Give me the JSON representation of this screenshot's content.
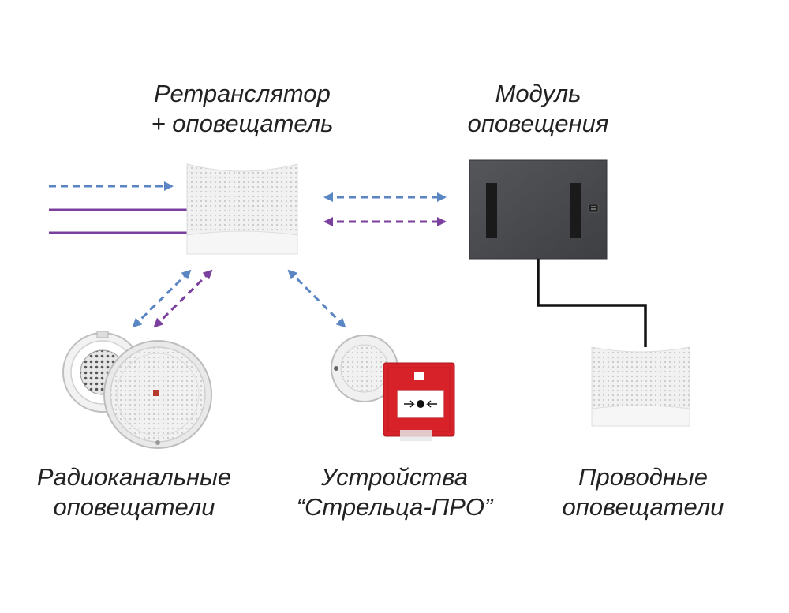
{
  "labels": {
    "repeater": {
      "line1": "Ретранслятор",
      "line2": "+ оповещатель"
    },
    "module": {
      "line1": "Модуль",
      "line2": "оповещения"
    },
    "radio": {
      "line1": "Радиоканальные",
      "line2": "оповещатели"
    },
    "strelets": {
      "line1": "Устройства",
      "line2": "“Стрельца-ПРО”"
    },
    "wired": {
      "line1": "Проводные",
      "line2": "оповещатели"
    }
  },
  "colors": {
    "radio_link": "#5b86c4",
    "wired_link": "#7b3f9e",
    "cable": "#111111",
    "module_body": "#4a4b4f",
    "callpoint_red": "#d8222a"
  }
}
